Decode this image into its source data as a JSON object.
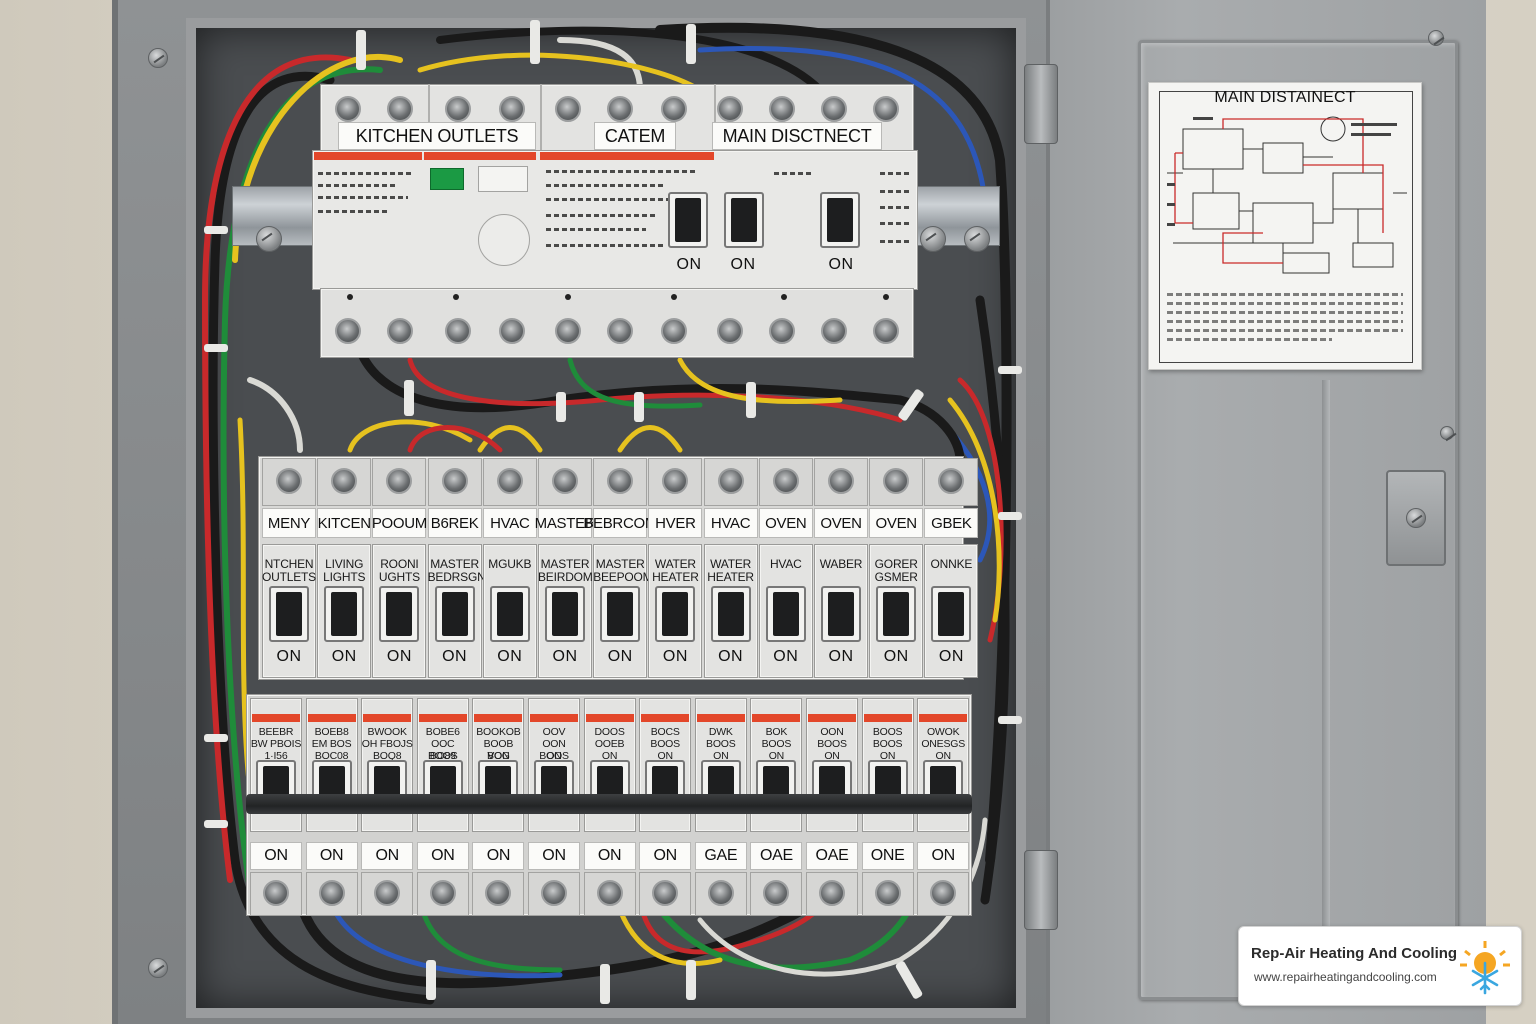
{
  "panel": {
    "top_labels": [
      "KITCHEN OUTLETS",
      "CATEM",
      "MAIN DISCTNECT"
    ],
    "top_on_labels": [
      "ON",
      "ON",
      "ON"
    ],
    "middle_strip_labels": [
      "MENY",
      "KITCEN",
      "POOUM",
      "B6REK",
      "HVAC",
      "MASTER",
      "BEBRCOM",
      "HVER",
      "HVAC",
      "OVEN",
      "OVEN",
      "OVEN",
      "GBEK"
    ],
    "middle_breaker_labels": [
      [
        "NTCHEN",
        "OUTLETS"
      ],
      [
        "LIVING",
        "LIGHTS"
      ],
      [
        "ROONI",
        "UGHTS"
      ],
      [
        "MASTER",
        "BEDRSGN"
      ],
      [
        "MGUKB",
        ""
      ],
      [
        "MASTER",
        "BEIRDOM"
      ],
      [
        "MASTER",
        "BEEPOOM"
      ],
      [
        "WATER",
        "HEATER"
      ],
      [
        "WATER",
        "HEATER"
      ],
      [
        "HVAC",
        ""
      ],
      [
        "WABER",
        ""
      ],
      [
        "GORER",
        "GSMER"
      ],
      [
        "ONNKE",
        ""
      ]
    ],
    "middle_on_labels": [
      "ON",
      "ON",
      "ON",
      "ON",
      "ON",
      "ON",
      "ON",
      "ON",
      "ON",
      "ON",
      "ON",
      "ON",
      "ON"
    ],
    "lower_breaker_labels": [
      [
        "BEEBR",
        "BW PBOIS",
        "1·I56"
      ],
      [
        "BOEB8",
        "EM BOS",
        "BOC08"
      ],
      [
        "BWOOK",
        "OH FBOJS",
        "BOQ8"
      ],
      [
        "BOBE6",
        "OOC BOOS",
        "BO89"
      ],
      [
        "BOOKOB",
        "BOOB BOG",
        "VON"
      ],
      [
        "OOV",
        "OON BOOS",
        "ON"
      ],
      [
        "DOOS",
        "OOEB",
        "ON"
      ],
      [
        "BOCS",
        "BOOS",
        "ON"
      ],
      [
        "DWK",
        "BOOS",
        "ON"
      ],
      [
        "BOK",
        "BOOS",
        "ON"
      ],
      [
        "OON",
        "BOOS",
        "ON"
      ],
      [
        "BOOS",
        "BOOS",
        "ON"
      ],
      [
        "OWOK",
        "ONESGS",
        "ON"
      ]
    ],
    "bottom_on_labels": [
      "ON",
      "ON",
      "ON",
      "ON",
      "ON",
      "ON",
      "ON",
      "ON",
      "GAE",
      "OAE",
      "OAE",
      "ONE",
      "ON"
    ]
  },
  "door_label": {
    "title": "MAIN DISTAINECT"
  },
  "watermark": {
    "company": "Rep-Air Heating And Cooling",
    "url": "www.repairheatingandcooling.com"
  },
  "colors": {
    "breaker_body": "#e3e3e1",
    "accent_red": "#e3472a",
    "panel_gray": "#8f9294",
    "brand_orange": "#f5a623",
    "brand_blue": "#3aa7e0"
  }
}
